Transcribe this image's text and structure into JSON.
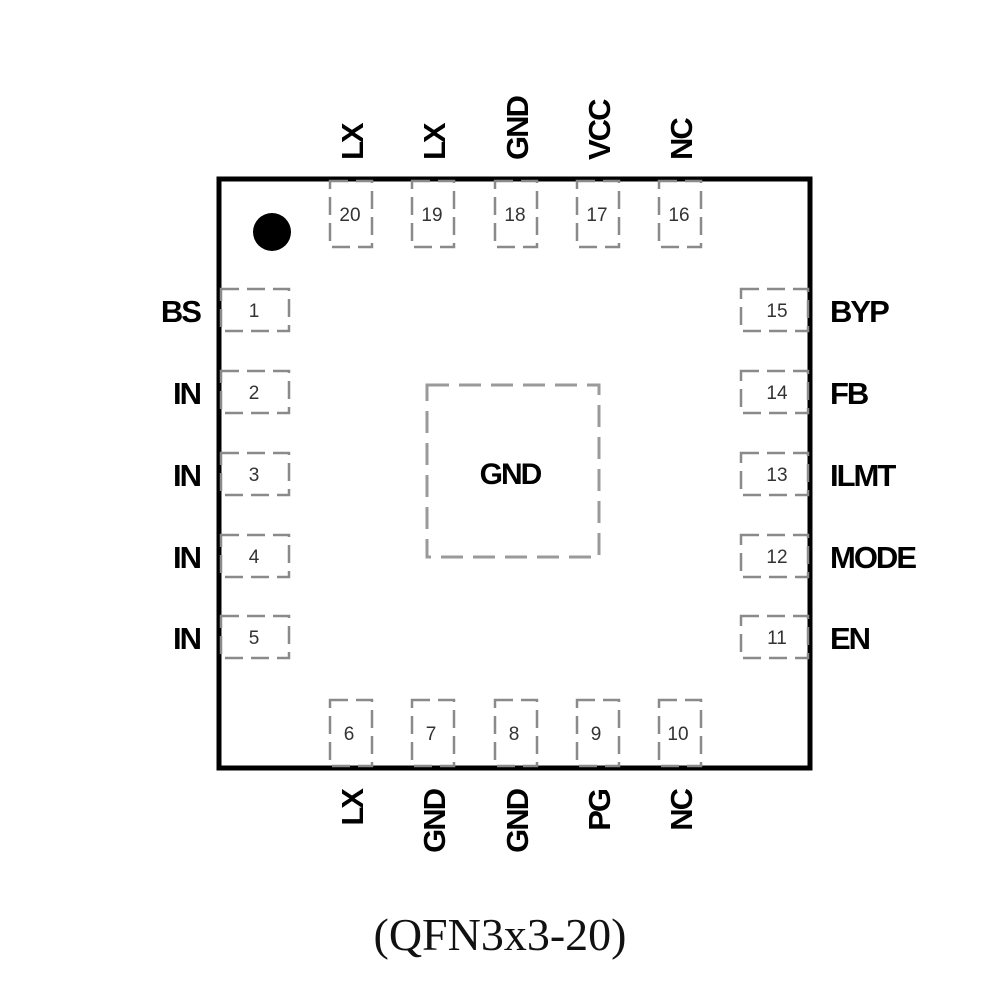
{
  "package": {
    "caption": "(QFN3x3-20)",
    "center_pad_label": "GND"
  },
  "pins": {
    "left": [
      {
        "num": "1",
        "name": "BS"
      },
      {
        "num": "2",
        "name": "IN"
      },
      {
        "num": "3",
        "name": "IN"
      },
      {
        "num": "4",
        "name": "IN"
      },
      {
        "num": "5",
        "name": "IN"
      }
    ],
    "bottom": [
      {
        "num": "6",
        "name": "LX"
      },
      {
        "num": "7",
        "name": "GND"
      },
      {
        "num": "8",
        "name": "GND"
      },
      {
        "num": "9",
        "name": "PG"
      },
      {
        "num": "10",
        "name": "NC"
      }
    ],
    "right": [
      {
        "num": "11",
        "name": "EN"
      },
      {
        "num": "12",
        "name": "MODE"
      },
      {
        "num": "13",
        "name": "ILMT"
      },
      {
        "num": "14",
        "name": "FB"
      },
      {
        "num": "15",
        "name": "BYP"
      }
    ],
    "top": [
      {
        "num": "16",
        "name": "NC"
      },
      {
        "num": "17",
        "name": "VCC"
      },
      {
        "num": "18",
        "name": "GND"
      },
      {
        "num": "19",
        "name": "LX"
      },
      {
        "num": "20",
        "name": "LX"
      }
    ]
  }
}
